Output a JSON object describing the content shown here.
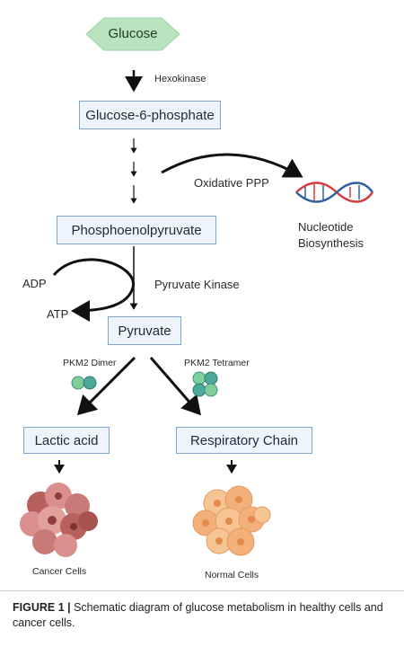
{
  "nodes": {
    "glucose": "Glucose",
    "g6p": "Glucose-6-phosphate",
    "pep": "Phosphoenolpyruvate",
    "pyruvate": "Pyruvate",
    "lactic": "Lactic acid",
    "respiratory": "Respiratory Chain"
  },
  "labels": {
    "hexokinase": "Hexokinase",
    "oxidative_ppp": "Oxidative PPP",
    "nucleotide_line1": "Nucleotide",
    "nucleotide_line2": "Biosynthesis",
    "adp": "ADP",
    "atp": "ATP",
    "pyruvate_kinase": "Pyruvate Kinase",
    "pkm2_dimer": "PKM2 Dimer",
    "pkm2_tetramer": "PKM2 Tetramer",
    "cancer_cells": "Cancer Cells",
    "normal_cells": "Normal Cells"
  },
  "caption": {
    "label": "FIGURE 1 |",
    "text": " Schematic diagram of glucose metabolism in healthy cells and cancer cells."
  },
  "colors": {
    "glucose_fill": "#b9e3bf",
    "box_fill": "#eef4fb",
    "box_border": "#7fa6cf",
    "dna_red": "#d63b3b",
    "dna_blue": "#2f5f9e",
    "pkm2_teal": "#4aa99a",
    "pkm2_green": "#7fcf9a",
    "cancer_pink": "#c97a78",
    "normal_orange": "#f4b07a"
  }
}
